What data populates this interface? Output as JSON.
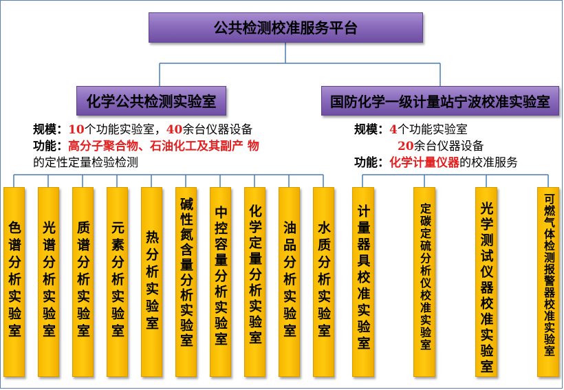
{
  "root": {
    "title": "公共检测校准服务平台"
  },
  "left": {
    "title": "化学公共检测实验室",
    "scale_label": "规模：",
    "scale_num1": "10",
    "scale_text1": "个功能实验室，",
    "scale_num2": "40",
    "scale_text2": "余台仪器设备",
    "func_label": "功能：",
    "func_red1": "高分子聚合物、石油化工及其副产 物",
    "func_text": "的定性定量检验检测",
    "rooms": [
      "色谱分析实验室",
      "光谱分析实验室",
      "质谱分析实验室",
      "元素分析实验室",
      "热分析实验室",
      "碱性氮含量分析实验室",
      "中控容量分析实验室",
      "化学定量分析实验室",
      "油品分析实验室",
      "水质分析实验室"
    ]
  },
  "right": {
    "title": "国防化学一级计量站宁波校准实验室",
    "scale_label": "规模：",
    "scale_num1": "4",
    "scale_text1": "个功能实验室",
    "scale_num2": "20",
    "scale_text2": "余台仪器设备",
    "func_label": "功能：",
    "func_red": "化学计量仪器",
    "func_text": "的校准服务",
    "rooms": [
      "计量器具校准实验室",
      "定碳定硫分析仪校准实验室",
      "光学测试仪器校准实验室",
      "可燃气体检测报警器校准实验室"
    ]
  },
  "colors": {
    "purple": "#8a6bbd",
    "yellow": "#ffc90e",
    "connector": "#4a7ab5",
    "highlight": "#e31e1e"
  }
}
